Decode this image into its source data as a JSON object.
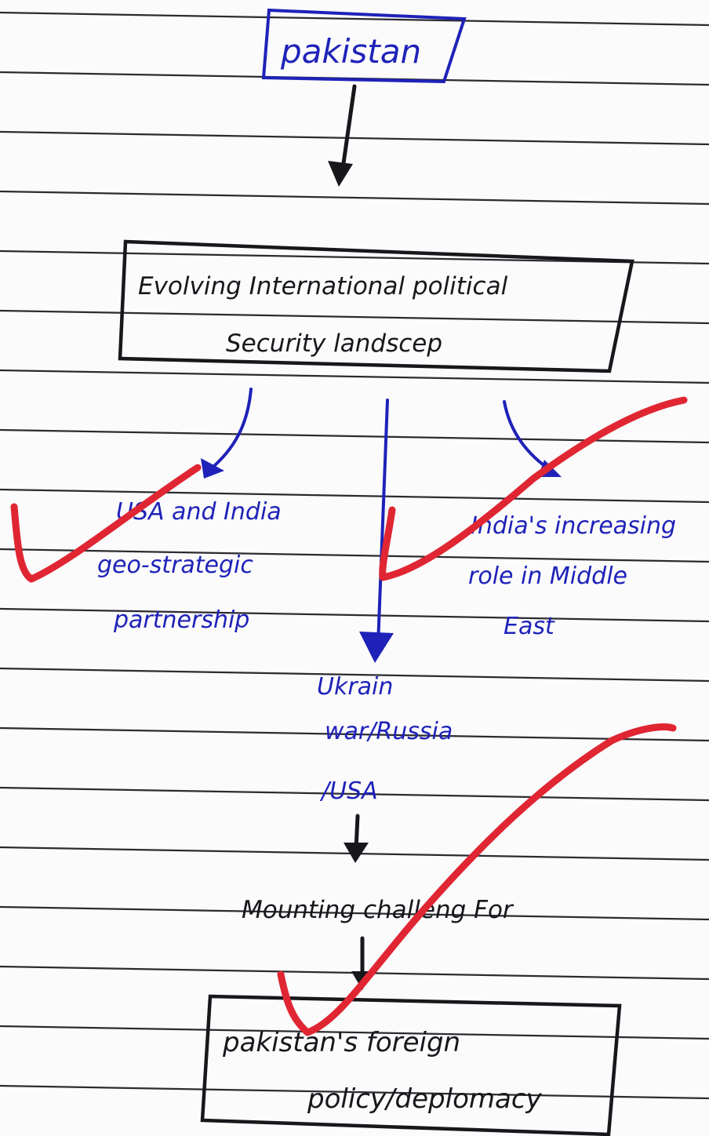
{
  "ink": {
    "blue": "#1f22b8",
    "dark": "#17171c",
    "red": "#e02632",
    "rule": "#2b2b31",
    "paper": "#fbfbfc"
  },
  "nodes": {
    "top": "pakistan",
    "mid_line1": "Evolving International political",
    "mid_line2": "Security landscep",
    "left_line1": "USA and India",
    "left_line2": "geo-strategic",
    "left_line3": "partnership",
    "right_line1": "India's increasing",
    "right_line2": "role in Middle",
    "right_line3": "East",
    "center_line1": "Ukrain",
    "center_line2": "war/Russia",
    "center_line3": "/USA",
    "challenge": "Mounting challeng For",
    "bottom_line1": "pakistan's foreign",
    "bottom_line2": "policy/deplomacy"
  },
  "marks": {
    "checkmarks": 3,
    "check_icon": "red-checkmark-icon"
  }
}
